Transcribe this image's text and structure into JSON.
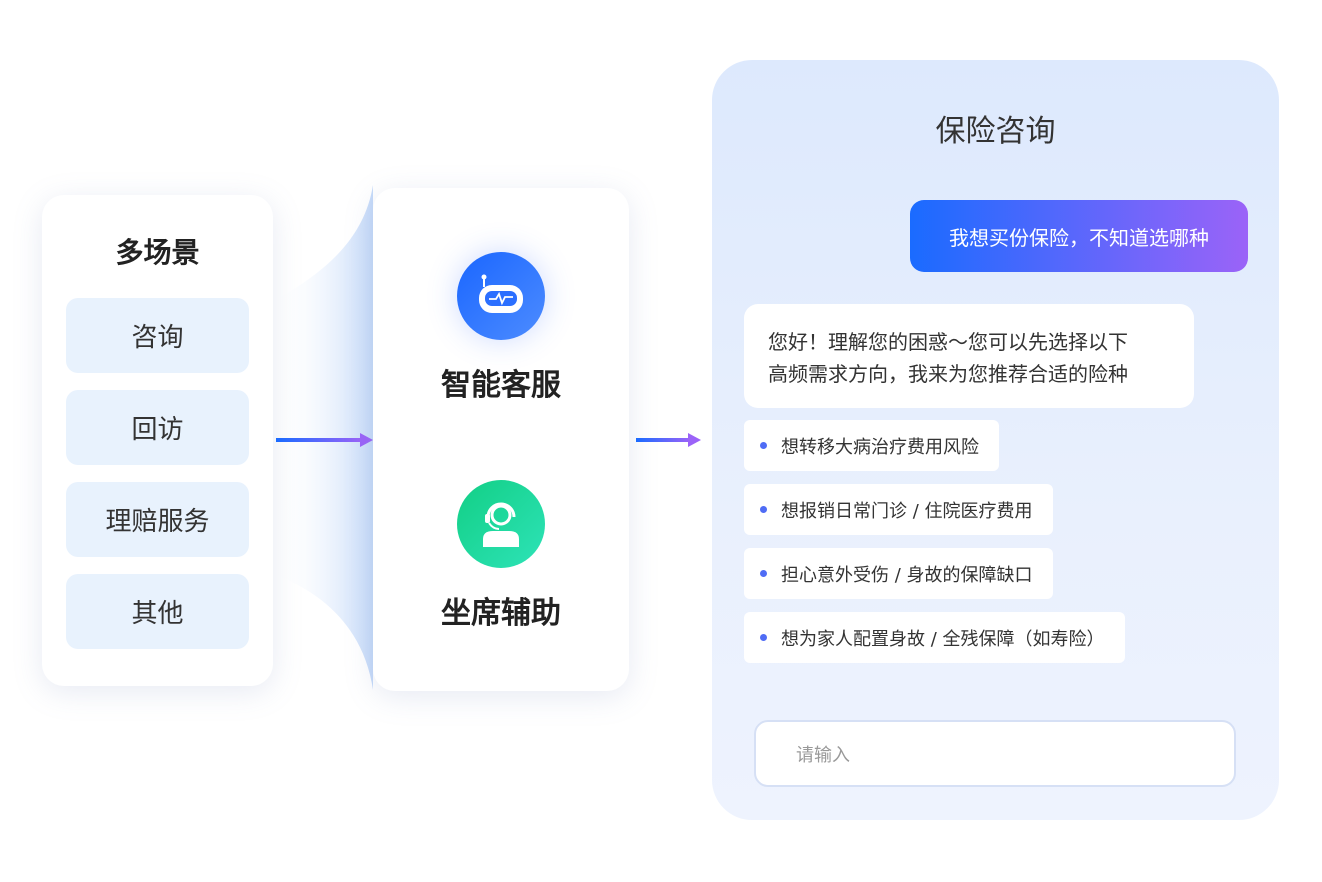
{
  "scenes": {
    "title": "多场景",
    "items": [
      "咨询",
      "回访",
      "理赔服务",
      "其他"
    ]
  },
  "services": {
    "items": [
      {
        "label": "智能客服",
        "icon": "robot-icon",
        "color": "#2b6fff"
      },
      {
        "label": "坐席辅助",
        "icon": "headset-agent-icon",
        "color": "#1fd59a"
      }
    ]
  },
  "chat": {
    "title": "保险咨询",
    "user_message": "我想买份保险，不知道选哪种",
    "bot_line1": "您好！理解您的困惑～您可以先选择以下",
    "bot_line2": "高频需求方向，我来为您推荐合适的险种",
    "options": [
      "想转移大病治疗费用风险",
      "想报销日常门诊 / 住院医疗费用",
      "担心意外受伤 / 身故的保障缺口",
      "想为家人配置身故 / 全残保障（如寿险）"
    ],
    "input_placeholder": "请输入"
  }
}
